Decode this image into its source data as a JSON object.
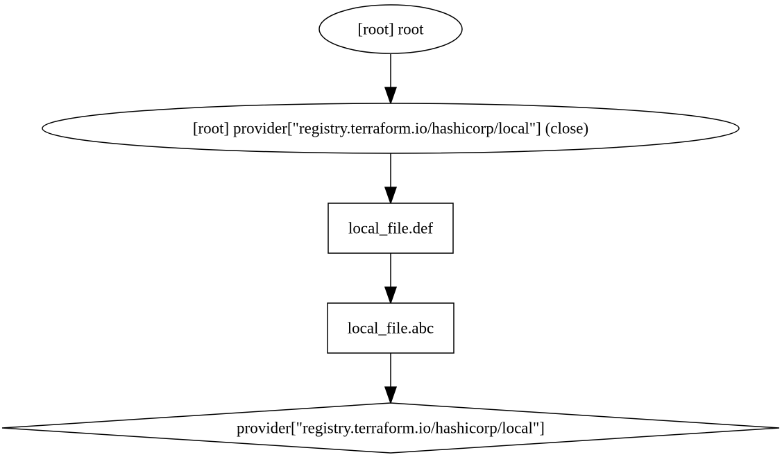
{
  "graph": {
    "nodes": [
      {
        "id": "root",
        "label": "[root] root",
        "shape": "ellipse"
      },
      {
        "id": "provider_close",
        "label": "[root] provider[\"registry.terraform.io/hashicorp/local\"] (close)",
        "shape": "ellipse"
      },
      {
        "id": "local_file_def",
        "label": "local_file.def",
        "shape": "box"
      },
      {
        "id": "local_file_abc",
        "label": "local_file.abc",
        "shape": "box"
      },
      {
        "id": "provider",
        "label": "provider[\"registry.terraform.io/hashicorp/local\"]",
        "shape": "diamond"
      }
    ],
    "edges": [
      {
        "from": "root",
        "to": "provider_close"
      },
      {
        "from": "provider_close",
        "to": "local_file_def"
      },
      {
        "from": "local_file_def",
        "to": "local_file_abc"
      },
      {
        "from": "local_file_abc",
        "to": "provider"
      }
    ],
    "colors": {
      "stroke": "#000000",
      "fill": "#ffffff",
      "text": "#000000"
    }
  }
}
